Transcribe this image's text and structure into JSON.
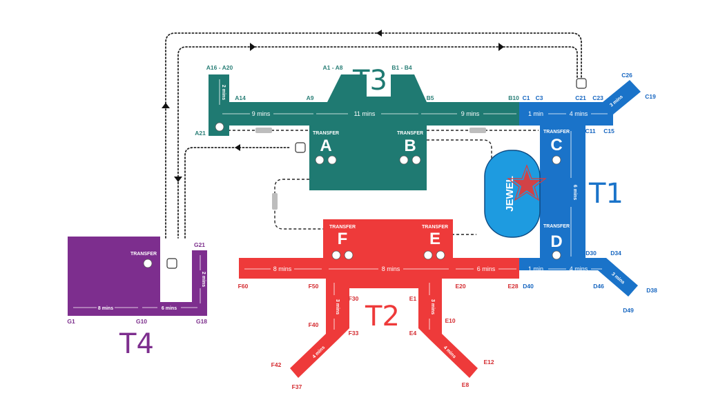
{
  "colors": {
    "t3": "#1f7a72",
    "t1": "#1a73c9",
    "t2": "#ee3a3a",
    "t4": "#7d2e8e",
    "jewel": "#1e9be0",
    "star": "#e53935"
  },
  "terminals": {
    "t1": "T1",
    "t2": "T2",
    "t3": "T3",
    "t4": "T4"
  },
  "concourses": {
    "a": "A",
    "b": "B",
    "c": "C",
    "d": "D",
    "e": "E",
    "f": "F"
  },
  "transfer_label": "TRANSFER",
  "jewel_label": "JEWEL",
  "gates": {
    "a16_a20": "A16 - A20",
    "a14": "A14",
    "a9": "A9",
    "a1_a8": "A1 - A8",
    "b1_b4": "B1 - B4",
    "b5": "B5",
    "b10": "B10",
    "c1": "C1",
    "c3": "C3",
    "c21": "C21",
    "c23": "C23",
    "c26": "C26",
    "c19": "C19",
    "a21": "A21",
    "c11": "C11",
    "c15": "C15",
    "d30": "D30",
    "d34": "D34",
    "d40": "D40",
    "d46": "D46",
    "d38": "D38",
    "d49": "D49",
    "f60": "F60",
    "f50": "F50",
    "e20": "E20",
    "e28": "E28",
    "f30": "F30",
    "e1": "E1",
    "f40": "F40",
    "f33": "F33",
    "e4": "E4",
    "e10": "E10",
    "f42": "F42",
    "f37": "F37",
    "e12": "E12",
    "e8": "E8",
    "g21": "G21",
    "g1": "G1",
    "g10": "G10",
    "g18": "G18"
  },
  "walk_times": {
    "t3_a21_a14": "2 mins",
    "t3_a14_a9": "9 mins",
    "t3_a9_b5": "11 mins",
    "t3_b5_b10": "9 mins",
    "t1_c1_c3": "1 min",
    "t1_c3_c21": "4 mins",
    "t1_c_upper": "3 mins",
    "t1_c_d": "6 mins",
    "t1_d_lower": "3 mins",
    "t1_d40": "1 min",
    "t1_d_row": "4 mins",
    "t2_f60_f50": "8 mins",
    "t2_f50_e20": "8 mins",
    "t2_e20_e28": "6 mins",
    "t2_f_stem": "3 mins",
    "t2_e_stem": "3 mins",
    "t2_f_leg": "4 mins",
    "t2_e_leg": "4 mins",
    "t4_g1_g10": "8 mins",
    "t4_g10_g18": "6 mins",
    "t4_g18_g21": "2 mins"
  },
  "icons": [
    "bus-icon",
    "escalator-icon",
    "train-icon",
    "star-icon",
    "arrow-icon"
  ]
}
